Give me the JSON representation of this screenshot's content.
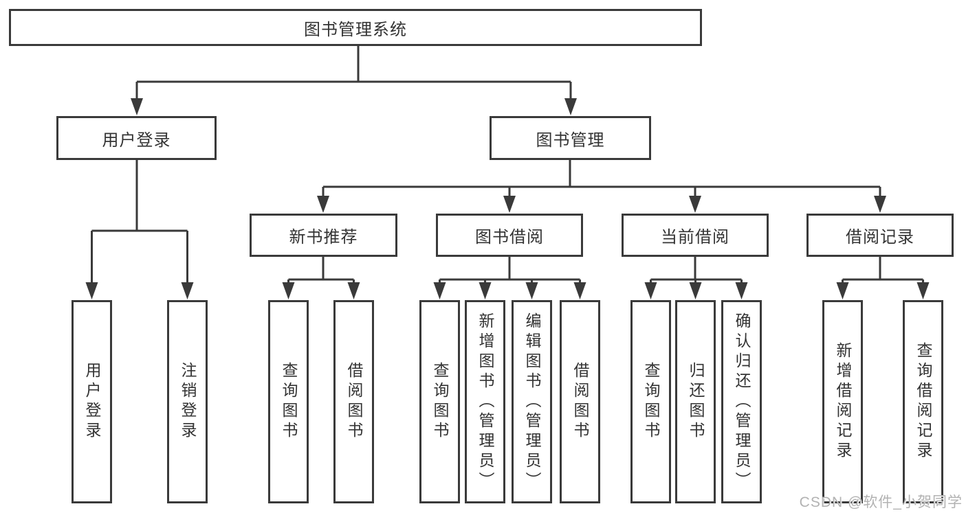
{
  "tree": {
    "label": "图书管理系统",
    "children": [
      {
        "label": "用户登录",
        "children": [
          {
            "label": "用户登录"
          },
          {
            "label": "注销登录"
          }
        ]
      },
      {
        "label": "图书管理",
        "children": [
          {
            "label": "新书推荐",
            "children": [
              {
                "label": "查询图书"
              },
              {
                "label": "借阅图书"
              }
            ]
          },
          {
            "label": "图书借阅",
            "children": [
              {
                "label": "查询图书"
              },
              {
                "label": "新增图书（管理员）"
              },
              {
                "label": "编辑图书（管理员）"
              },
              {
                "label": "借阅图书"
              }
            ]
          },
          {
            "label": "当前借阅",
            "children": [
              {
                "label": "查询图书"
              },
              {
                "label": "归还图书"
              },
              {
                "label": "确认归还（管理员）"
              }
            ]
          },
          {
            "label": "借阅记录",
            "children": [
              {
                "label": "新增借阅记录"
              },
              {
                "label": "查询借阅记录"
              }
            ]
          }
        ]
      }
    ]
  },
  "watermark": {
    "text": "CSDN @软件_小贺同学"
  },
  "colors": {
    "line": "#3a3a3a",
    "text": "#333333",
    "background": "#ffffff",
    "watermark": "#b2b2b2"
  }
}
